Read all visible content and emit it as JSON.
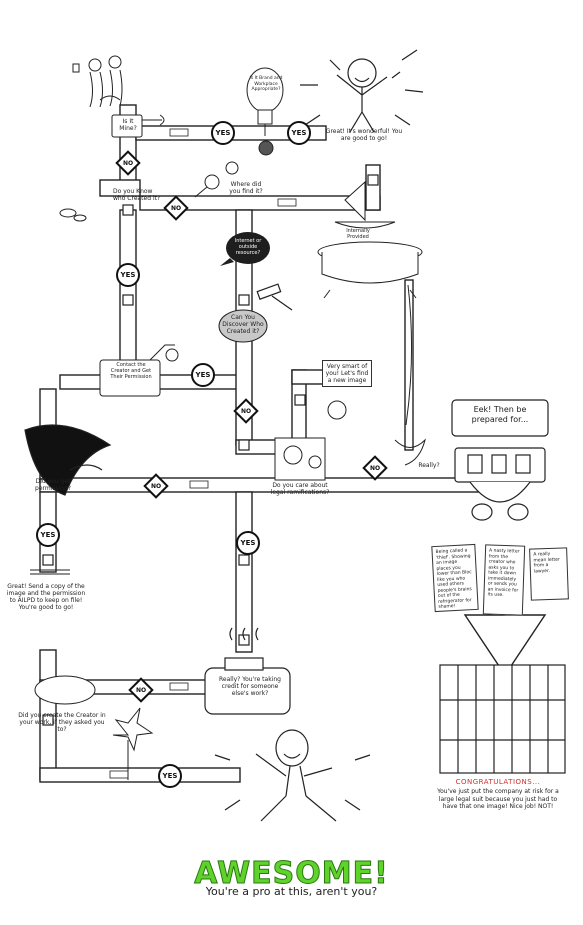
{
  "nodes": {
    "is_it_mine": "Is It Mine?",
    "is_it_brand": "Is It Brand and Workplace Appropriate?",
    "great_good": "Great! It's wonderful! You are good to go!",
    "know_who": "Do you Know who Created it?",
    "where_found": "Where did you find it?",
    "internet_source": "Internet or outside resource?",
    "internally_provided": "Internally Provided",
    "can_discover": "Can You Discover Who Created it?",
    "contact_creator": "Contact the Creator and Get Their Permission",
    "very_smart": "Very smart of you! Let's find a new image",
    "legal_ramifications": "Do you care about legal ramifications?",
    "eek": "Eek! Then be prepared for...",
    "really": "Really?",
    "got_permission": "Did you get permission?",
    "send_copy": "Great! Send a copy of the image and the permission to AILPD to keep on file! You're good to go!",
    "taking_credit": "Really? You're taking credit for someone else's work?",
    "did_you_create": "Did you create the Creator in your work, if they asked you to?"
  },
  "badges": {
    "yes": "YES",
    "no": "NO"
  },
  "letters": [
    "Being called a 'thief'. Showing an image places you lower than Bloc like you who used others people's brains out of the refrigerator for shame!",
    "A nasty letter from the creator who asks you to take it down immediately or sends you an invoice for its use.",
    "A really mean letter from a lawyer."
  ],
  "congrats": {
    "title": "CONGRATULATIONS...",
    "text": "You've just put the company at risk for a large legal suit because you just had to have that one image! Nice job! NOT!"
  },
  "awesome": {
    "title": "AWESOME!",
    "subtitle": "You're a pro at this, aren't you?"
  },
  "colors": {
    "awesome_green": "#5fd22b",
    "congrats_red": "#d03030",
    "ink": "#222222",
    "dark_bubble": "#1e1e1e",
    "gray_bubble": "#c8c8c8"
  }
}
